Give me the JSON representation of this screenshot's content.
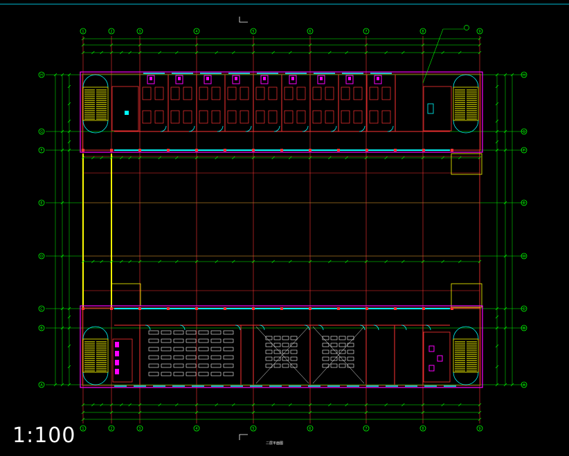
{
  "drawing": {
    "scale_text": "1:100",
    "sheet_title": "二层平面图",
    "column_axes": [
      "1",
      "2",
      "3",
      "4",
      "5",
      "6",
      "7",
      "8",
      "9"
    ],
    "row_axes_top": [
      "H",
      "G",
      "F",
      "E",
      "D",
      "C",
      "B",
      "A"
    ],
    "colors": {
      "background": "#000000",
      "axis": "#00ff00",
      "wall": "#ff3333",
      "window": "#00ffff",
      "stair": "#ffff00",
      "fixture": "#ff00ff",
      "dimension": "#00ff00",
      "text": "#ffffff"
    }
  }
}
